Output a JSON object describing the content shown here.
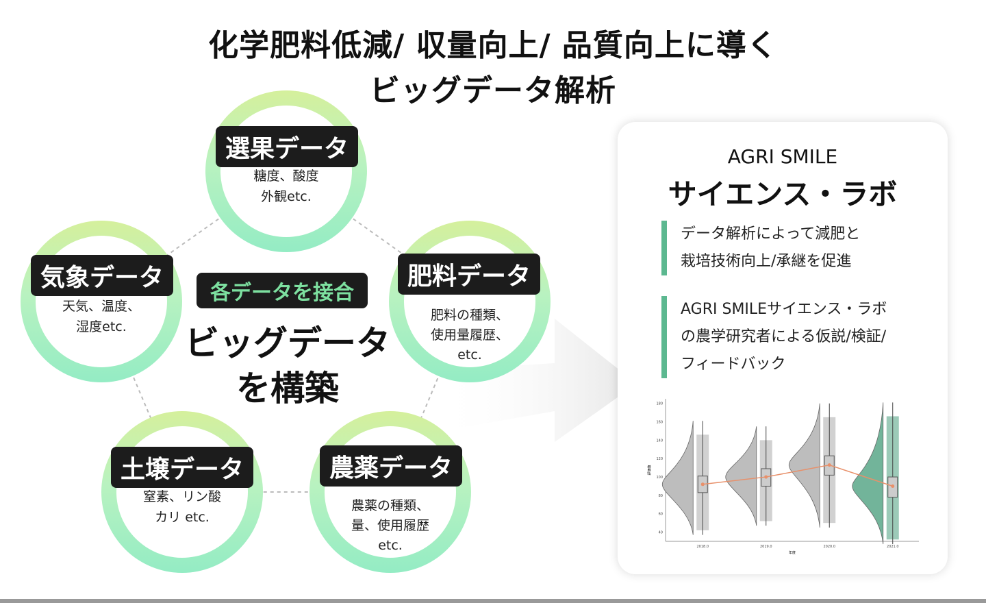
{
  "title": {
    "line1": "化学肥料低減/ 収量向上/ 品質向上に導く",
    "line2": "ビッグデータ解析"
  },
  "nodes": [
    {
      "label": "選果データ",
      "lines": [
        "糖度、酸度",
        "外観etc."
      ]
    },
    {
      "label": "気象データ",
      "lines": [
        "天気、温度、",
        "湿度etc."
      ]
    },
    {
      "label": "肥料データ",
      "lines": [
        "肥料の種類、",
        "使用量履歴、",
        "etc."
      ]
    },
    {
      "label": "土壌データ",
      "lines": [
        "窒素、リン酸",
        "カリ etc."
      ]
    },
    {
      "label": "農薬データ",
      "lines": [
        "農薬の種類、",
        "量、使用履歴",
        "etc."
      ]
    }
  ],
  "center": {
    "badge": "各データを接合",
    "line1": "ビッグデータ",
    "line2": "を構築"
  },
  "card": {
    "brand": "AGRI SMILE",
    "title": "サイエンス・ラボ",
    "points": [
      [
        "データ解析によって減肥と",
        "栽培技術向上/承継を促進"
      ],
      [
        "AGRI SMILEサイエンス・ラボ",
        "の農学研究者による仮説/検証/",
        "フィードバック"
      ]
    ]
  },
  "chart_data": {
    "type": "violin-box",
    "xlabel": "年度",
    "ylabel": "評価値",
    "categories": [
      "2018.0",
      "2019.0",
      "2020.0",
      "2021.0"
    ],
    "yticks": [
      40,
      60,
      80,
      100,
      120,
      140,
      160,
      180
    ],
    "ylim": [
      30,
      185
    ],
    "medians": [
      92,
      100,
      113,
      90
    ],
    "q1": [
      83,
      90,
      102,
      78
    ],
    "q3": [
      101,
      109,
      123,
      100
    ],
    "min": [
      37,
      47,
      45,
      27
    ],
    "max": [
      161,
      155,
      180,
      181
    ],
    "colors": [
      "#bdbdbd",
      "#bdbdbd",
      "#bdbdbd",
      "#72b49a"
    ],
    "line_color": "#e8906a"
  }
}
